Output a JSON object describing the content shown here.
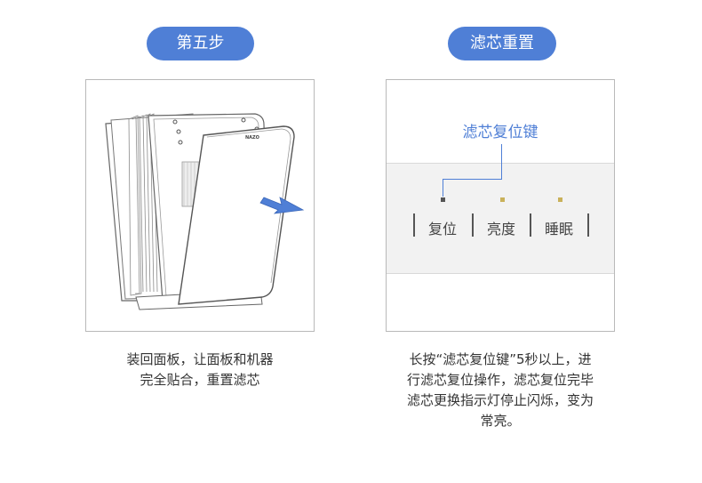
{
  "left": {
    "title": "第五步",
    "caption_lines": [
      "装回面板，让面板和机器",
      "完全贴合，重置滤芯"
    ],
    "device_brand": "NAZO"
  },
  "right": {
    "title": "滤芯重置",
    "callout_label": "滤芯复位键",
    "buttons": [
      "复位",
      "亮度",
      "睡眠"
    ],
    "caption_lines": [
      "长按“滤芯复位键”5秒以上，进",
      "行滤芯复位操作，滤芯复位完毕",
      "滤芯更换指示灯停止闪烁，变为",
      "常亮。"
    ]
  },
  "colors": {
    "accent": "#4f7fd6",
    "led_active": "#555555",
    "led_idle": "#c9b15a"
  }
}
